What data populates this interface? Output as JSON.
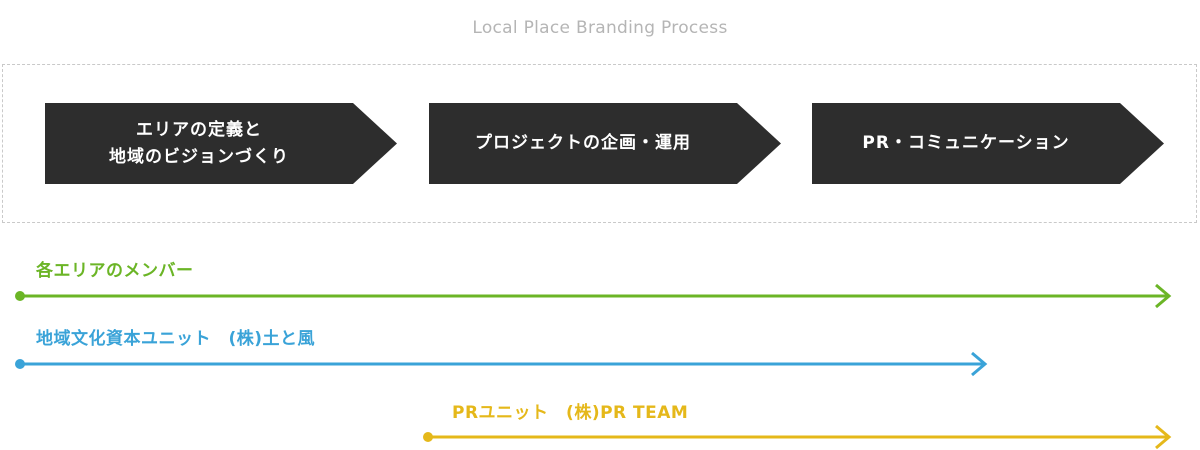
{
  "title": "Local Place Branding Process",
  "steps": [
    {
      "line1": "エリアの定義と",
      "line2": "地域のビジョンづくり"
    },
    {
      "line1": "プロジェクトの企画・運用"
    },
    {
      "line1": "PR・コミュニケーション"
    }
  ],
  "teams": [
    {
      "label": "各エリアのメンバー",
      "color": "#6bb526"
    },
    {
      "label": "地域文化資本ユニット　(株)土と風",
      "color": "#3aa3d8"
    },
    {
      "label": "PRユニット　(株)PR TEAM",
      "color": "#e5b81a"
    }
  ]
}
